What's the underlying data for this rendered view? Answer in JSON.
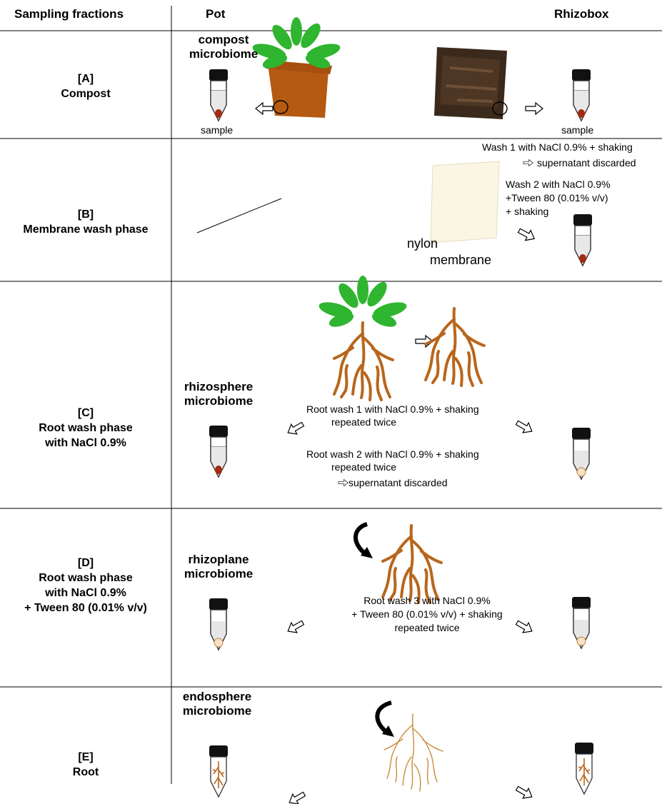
{
  "header": {
    "col1": "Sampling fractions",
    "col2": "Pot",
    "col3": "Rhizobox"
  },
  "rows": {
    "A": {
      "code": "[A]",
      "name": "Compost"
    },
    "B": {
      "code": "[B]",
      "name": "Membrane wash phase"
    },
    "C": {
      "code": "[C]",
      "name_line1": "Root wash phase",
      "name_line2": "with NaCl 0.9%"
    },
    "D": {
      "code": "[D]",
      "name_line1": "Root wash phase",
      "name_line2": "with NaCl 0.9%",
      "name_line3": "+ Tween 80 (0.01% v/v)"
    },
    "E": {
      "code": "[E]",
      "name": "Root"
    }
  },
  "labels": {
    "compost_microbiome_1": "compost",
    "compost_microbiome_2": "microbiome",
    "sample_pot": "sample",
    "sample_rhizobox": "sample",
    "nylon": "nylon",
    "membrane": "membrane",
    "rhizosphere_1": "rhizosphere",
    "rhizosphere_2": "microbiome",
    "rhizoplane_1": "rhizoplane",
    "rhizoplane_2": "microbiome",
    "endosphere_1": "endosphere",
    "endosphere_2": "microbiome"
  },
  "notes": {
    "wash1": "Wash 1 with NaCl 0.9% + shaking",
    "wash1_discard": "supernatant discarded",
    "wash2_l1": "Wash 2 with NaCl 0.9%",
    "wash2_l2": "+Tween 80 (0.01% v/v)",
    "wash2_l3": "+ shaking",
    "root_wash1": "Root wash 1 with NaCl 0.9% + shaking",
    "root_wash1_rep": "repeated twice",
    "root_wash2": "Root wash 2 with NaCl 0.9% + shaking",
    "root_wash2_rep": "repeated twice",
    "root_wash2_discard": "supernatant discarded",
    "root_wash3_l1": "Root wash 3 with NaCl 0.9%",
    "root_wash3_l2": "+ Tween 80 (0.01% v/v) + shaking",
    "root_wash3_rep": "repeated twice"
  },
  "colors": {
    "pot": "#b55a12",
    "leaf": "#2fb52f",
    "root": "#b8661c",
    "pellet": "#a52a0f",
    "compost": "#3b2a1c",
    "membrane": "#fbf6e4",
    "tube_cap": "#111111"
  },
  "icons": {
    "tube": "falcon-tube-icon",
    "arrow": "hollow-arrow-icon",
    "curved_arrow": "curved-arrow-icon"
  }
}
